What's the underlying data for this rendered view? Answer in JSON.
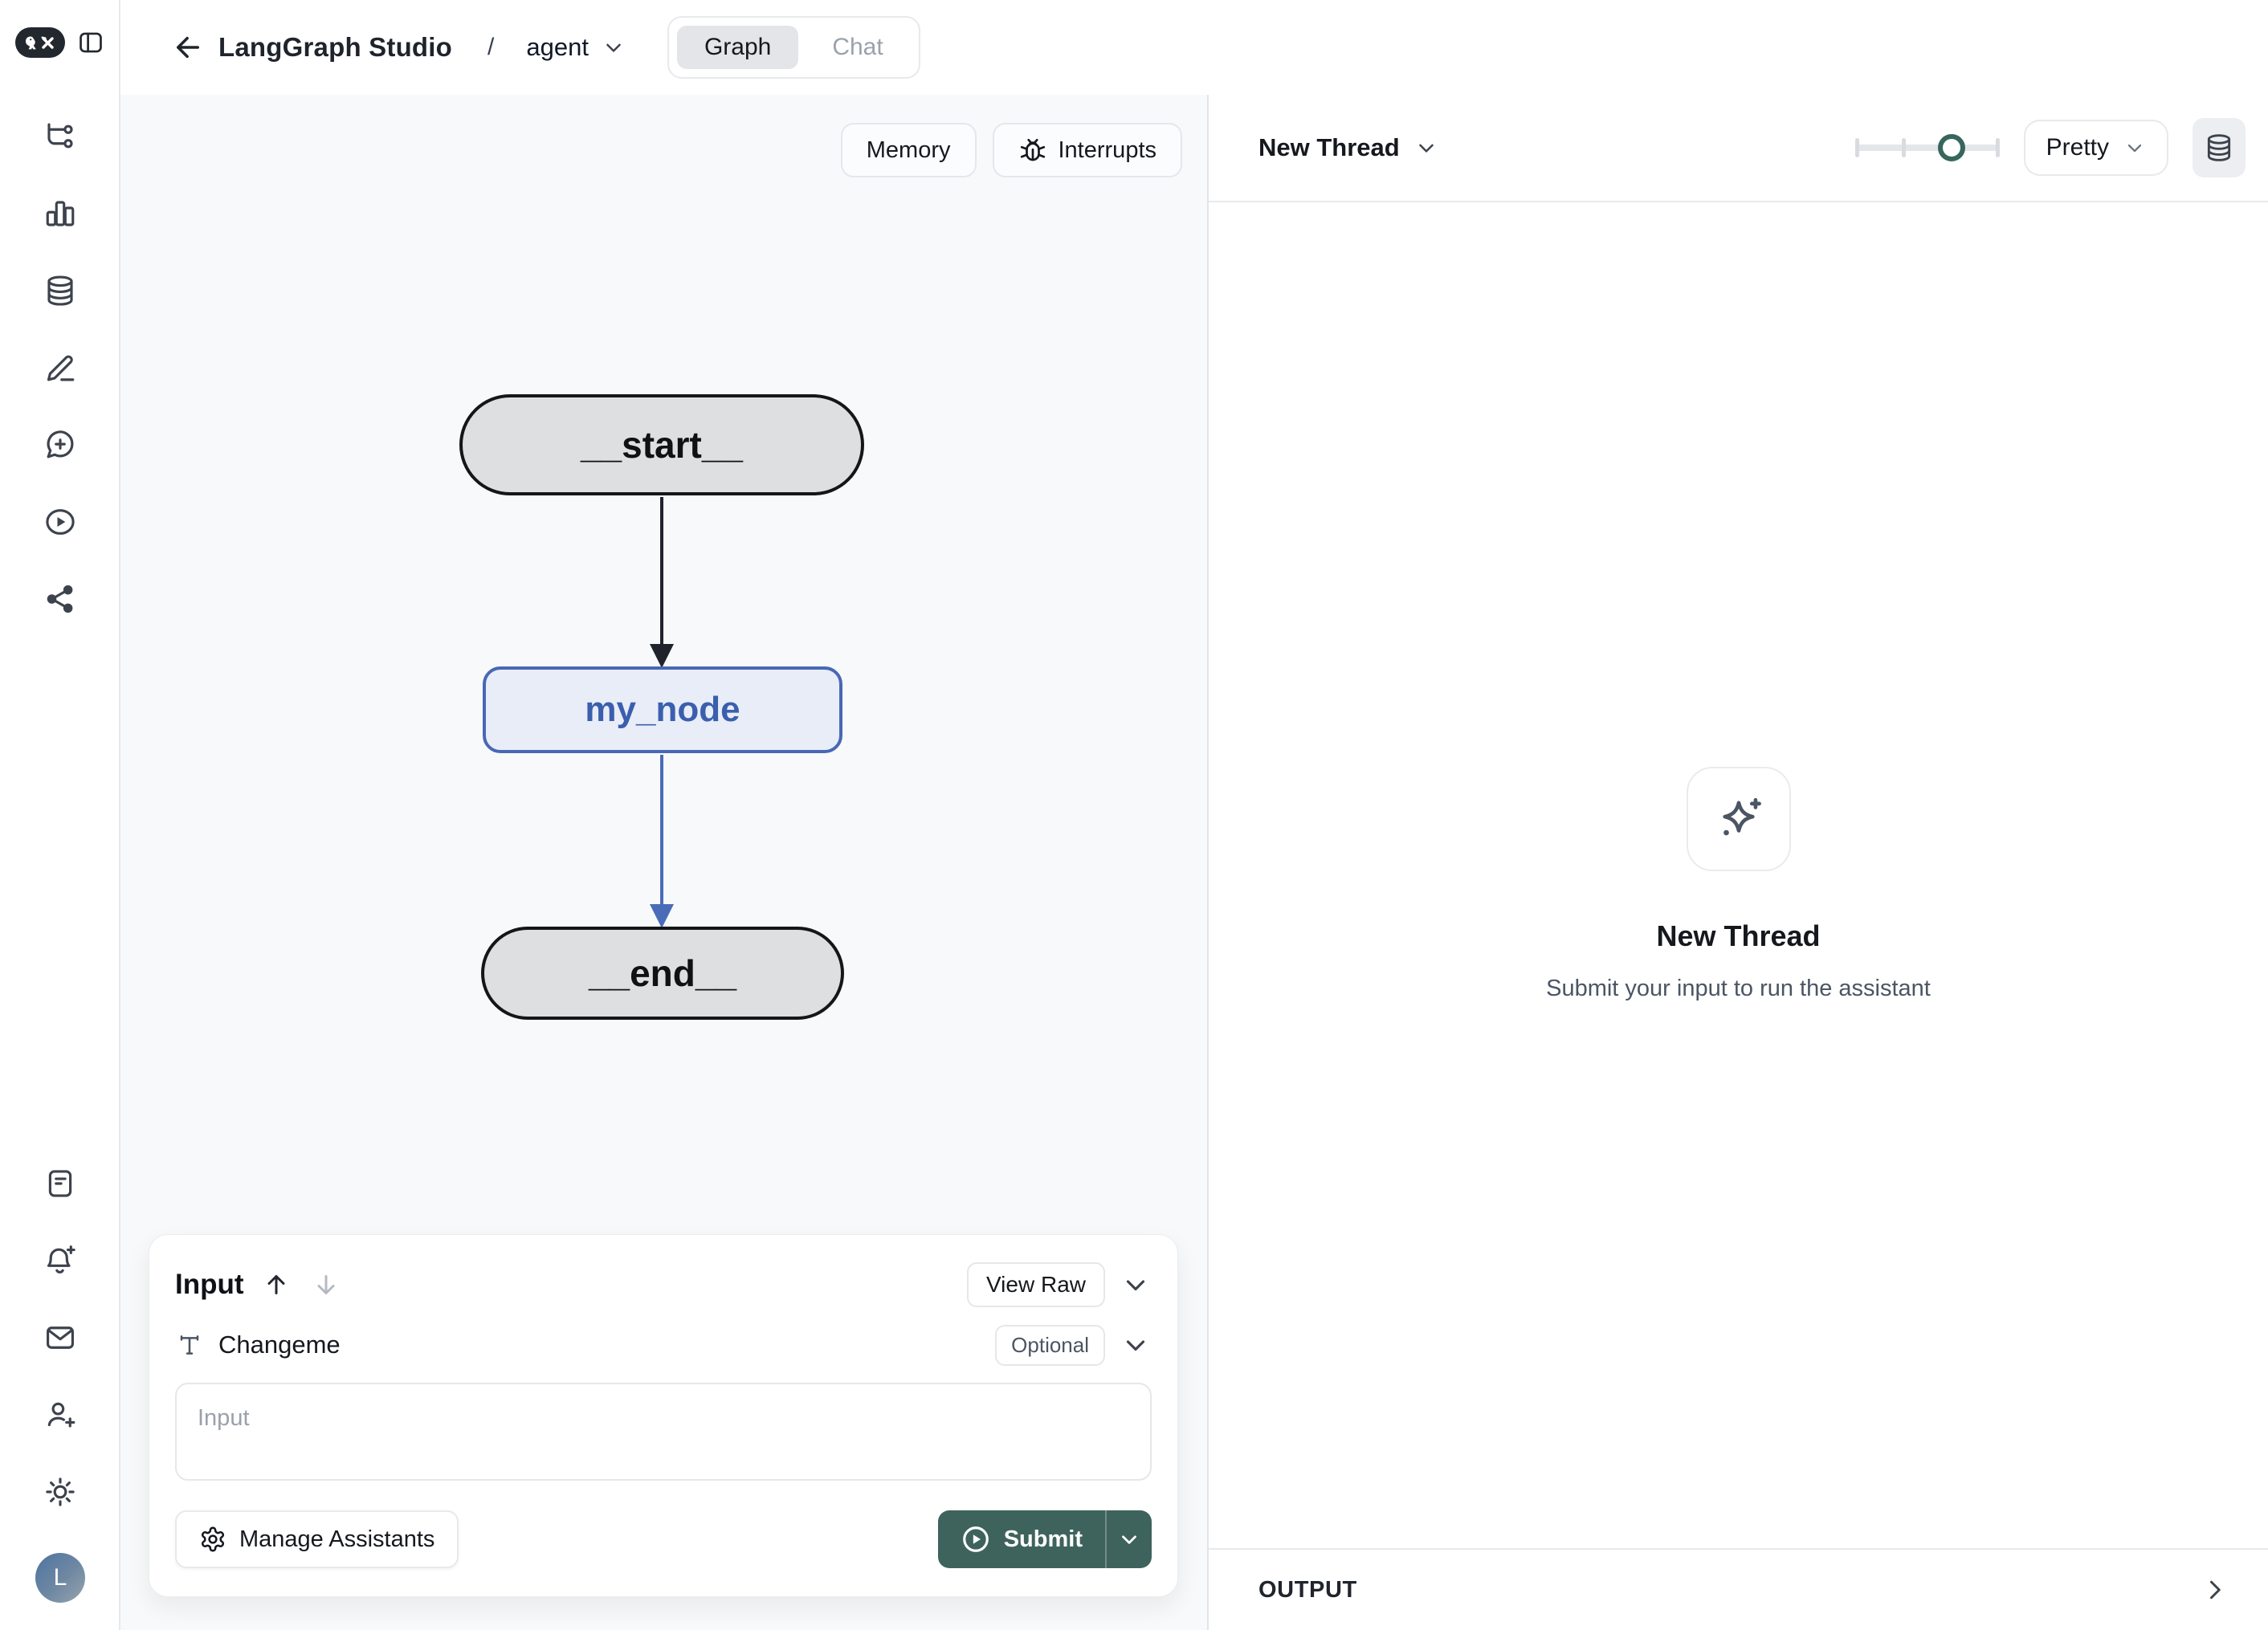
{
  "header": {
    "app_title": "LangGraph Studio",
    "breadcrumb_separator": "/",
    "graph_name": "agent",
    "tabs": [
      {
        "label": "Graph",
        "active": true
      },
      {
        "label": "Chat",
        "active": false
      }
    ]
  },
  "sidebar": {
    "icons_top": [
      "workflow-icon",
      "bar-chart-icon",
      "database-icon",
      "edit-icon",
      "chat-plus-icon",
      "play-circle-icon",
      "share-network-icon"
    ],
    "icons_bottom": [
      "document-icon",
      "bell-plus-icon",
      "mail-icon",
      "user-plus-icon",
      "sun-icon"
    ],
    "avatar_initial": "L"
  },
  "canvas": {
    "memory_button": "Memory",
    "interrupts_button": "Interrupts",
    "graph": {
      "nodes": [
        {
          "label": "__start__",
          "shape": "stadium",
          "fill": "#dedfe1",
          "border": "#161616",
          "text_color": "#111111"
        },
        {
          "label": "my_node",
          "shape": "rounded",
          "fill": "#e9edf7",
          "border": "#4868b5",
          "text_color": "#3b5fae"
        },
        {
          "label": "__end__",
          "shape": "stadium",
          "fill": "#dedfe1",
          "border": "#161616",
          "text_color": "#111111"
        }
      ],
      "edges": [
        {
          "from": "__start__",
          "to": "my_node",
          "color": "#1f242c"
        },
        {
          "from": "my_node",
          "to": "__end__",
          "color": "#4a6cb8"
        }
      ]
    }
  },
  "input_panel": {
    "title": "Input",
    "view_raw_label": "View Raw",
    "field_label": "Changeme",
    "optional_badge": "Optional",
    "input_placeholder": "Input",
    "input_value": "",
    "manage_assistants_label": "Manage Assistants",
    "submit_label": "Submit"
  },
  "thread_panel": {
    "thread_selector_label": "New Thread",
    "render_mode": "Pretty",
    "zoom_slider_pct": 67,
    "empty_state": {
      "title": "New Thread",
      "subtitle": "Submit your input to run the assistant"
    },
    "output_label": "OUTPUT"
  },
  "colors": {
    "accent_teal": "#3e635c",
    "slider_handle": "#37665e",
    "node_blue_border": "#4868b5",
    "node_blue_fill": "#e9edf7",
    "node_blue_text": "#3b5fae",
    "node_gray_fill": "#dedfe1",
    "canvas_bg": "#f8f9fb",
    "border_gray": "#e7e9ec",
    "muted_text": "#9ba1ac"
  }
}
